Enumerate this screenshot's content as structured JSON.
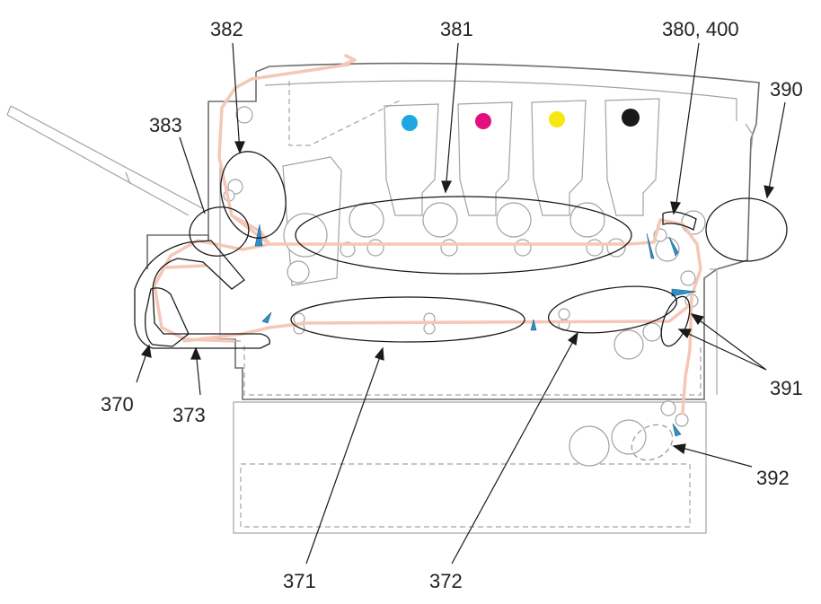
{
  "colors": {
    "toner_cyan": "#1ea7e1",
    "toner_magenta": "#e2107f",
    "toner_yellow": "#f7e60f",
    "toner_black": "#1a1a1a",
    "paper_path": "#f4c7b6",
    "sensor": "#2f8fc9"
  },
  "labels": {
    "l382": "382",
    "l381": "381",
    "l380": "380, 400",
    "l390": "390",
    "l383": "383",
    "l370": "370",
    "l373": "373",
    "l391": "391",
    "l392": "392",
    "l371": "371",
    "l372": "372"
  }
}
